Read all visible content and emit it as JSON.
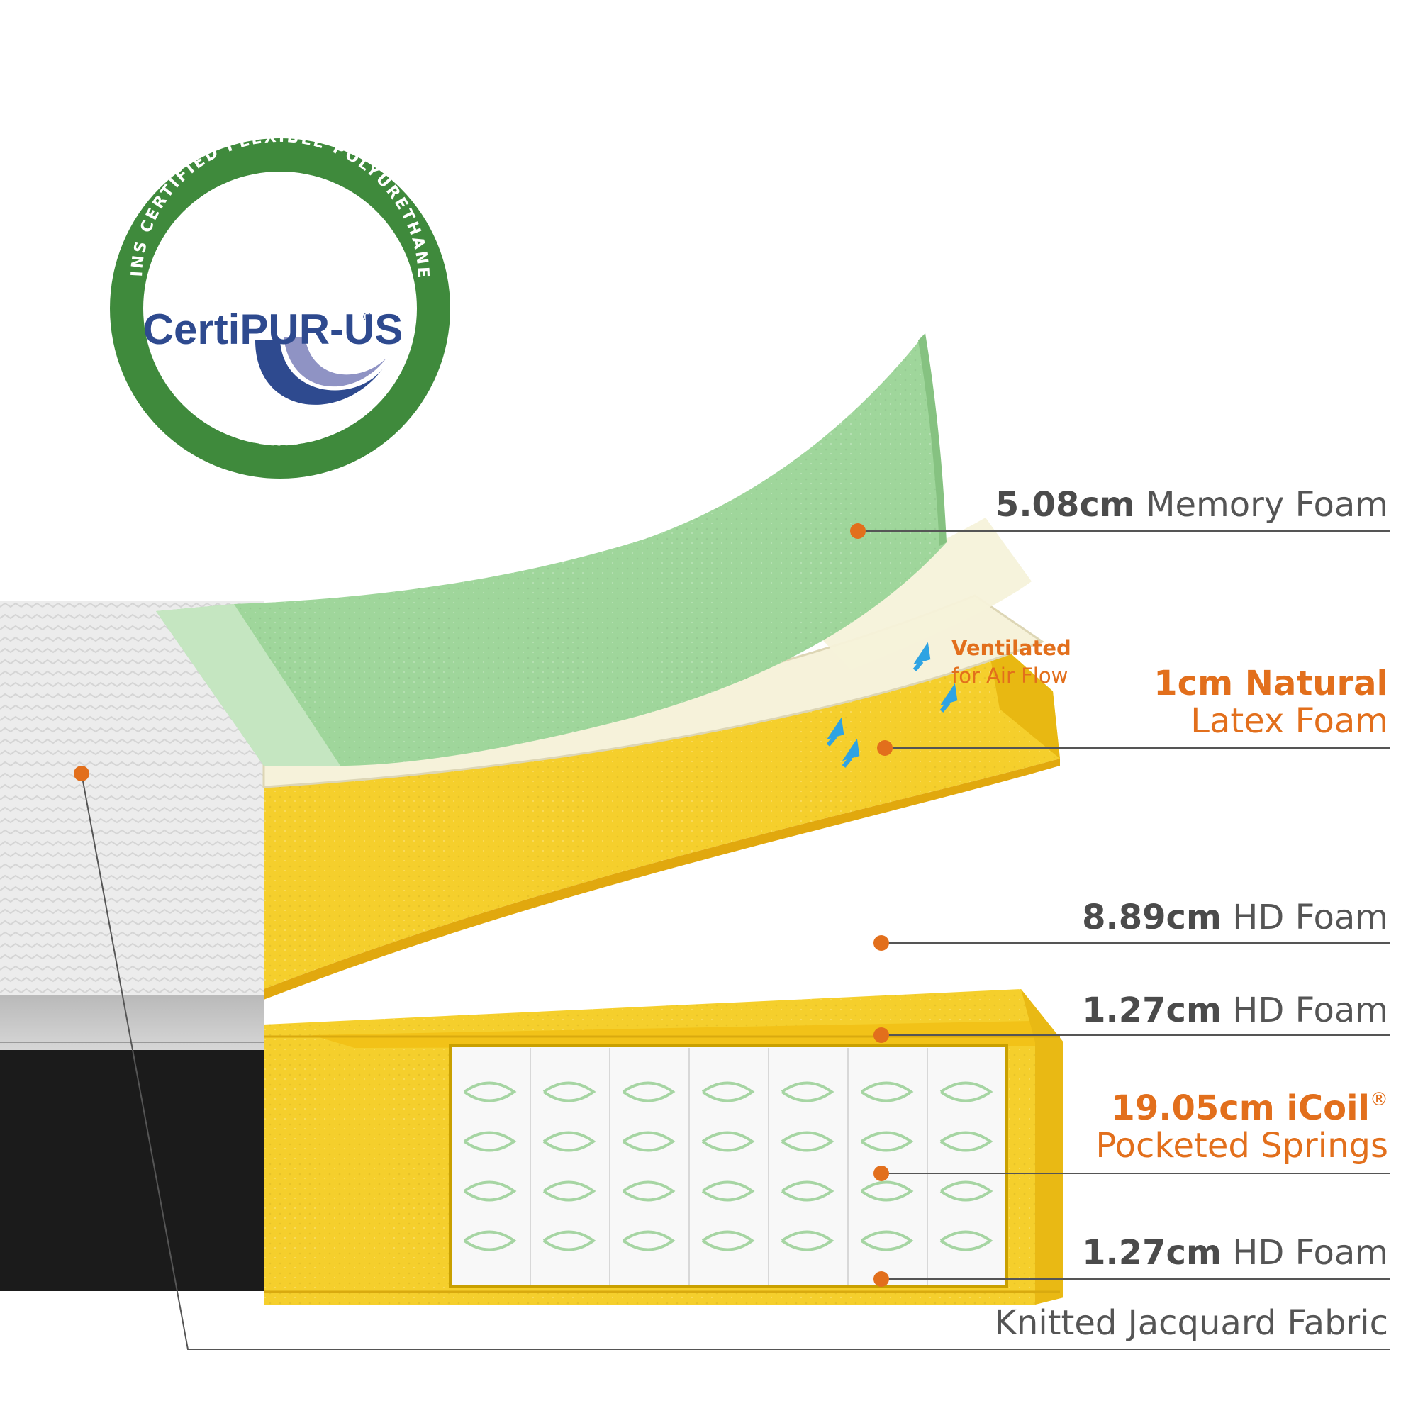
{
  "certification": {
    "ring_top_text": "CONTAINS CERTIFIED FLEXIBLE POLYURETHANE FOAM",
    "ring_bottom_text": "WWW.CERTIPUR.US",
    "brand": "CertiPUR-US",
    "brand_mark": "®",
    "colors": {
      "ring": "#3f8a3c",
      "brand": "#2e4a8f",
      "swoosh": "#8f93c4"
    }
  },
  "callouts": {
    "vent": {
      "line1": "Ventilated",
      "line2": "for Air Flow"
    },
    "memory_foam": {
      "size": "5.08cm",
      "name": "Memory Foam"
    },
    "latex": {
      "line1": "1cm Natural",
      "line2": "Latex Foam"
    },
    "hd_foam_1": {
      "size": "8.89cm",
      "name": "HD Foam"
    },
    "hd_foam_2": {
      "size": "1.27cm",
      "name": "HD Foam"
    },
    "springs": {
      "line1": "19.05cm iCoil",
      "mark": "®",
      "line2": "Pocketed Springs"
    },
    "hd_foam_3": {
      "size": "1.27cm",
      "name": "HD Foam"
    },
    "fabric": {
      "name": "Knitted Jacquard Fabric"
    }
  },
  "colors": {
    "accent": "#e26f1c",
    "memory_foam": "#9fd69b",
    "latex": "#f6f2da",
    "hd_foam": "#f5cf2c",
    "border_black": "#1b1b1b",
    "cover": "#ececec",
    "leader": "#555555"
  }
}
